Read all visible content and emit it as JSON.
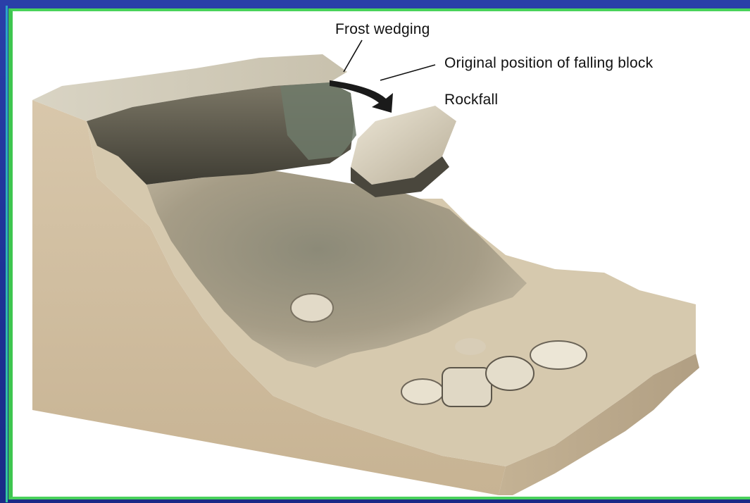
{
  "labels": {
    "frost_wedging": "Frost wedging",
    "original_position": "Original position of falling block",
    "rockfall": "Rockfall"
  },
  "colors": {
    "background": "#1c2f8f",
    "frame_green": "#49d35a",
    "panel": "#ffffff",
    "block_front": "#d1bea2",
    "block_side": "#b9a78c",
    "talus": "#a39a86",
    "cliff_face": "#5f5b4e",
    "boulder": "#e4ddcc",
    "arrow": "#1a1a1a"
  }
}
